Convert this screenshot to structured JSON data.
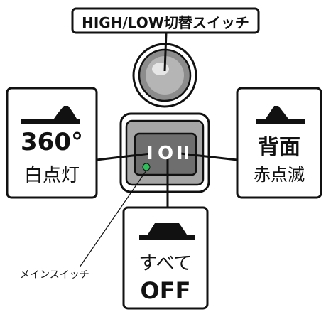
{
  "callouts": {
    "top": {
      "label": "HIGH/LOW切替スイッチ"
    },
    "left": {
      "line1": "360°",
      "line2": "白点灯"
    },
    "right": {
      "line1": "背面",
      "line2": "赤点滅"
    },
    "bottom": {
      "line1": "すべて",
      "line2": "OFF"
    },
    "main_switch": {
      "label": "メインスイッチ"
    }
  },
  "switch": {
    "symbols": [
      "I",
      "O",
      "II"
    ]
  },
  "colors": {
    "ink": "#111111",
    "button": "#8c8c8c",
    "housing": "#d8d8d8",
    "rocker": "#6e6e6e",
    "led": "#2fbf5a"
  }
}
